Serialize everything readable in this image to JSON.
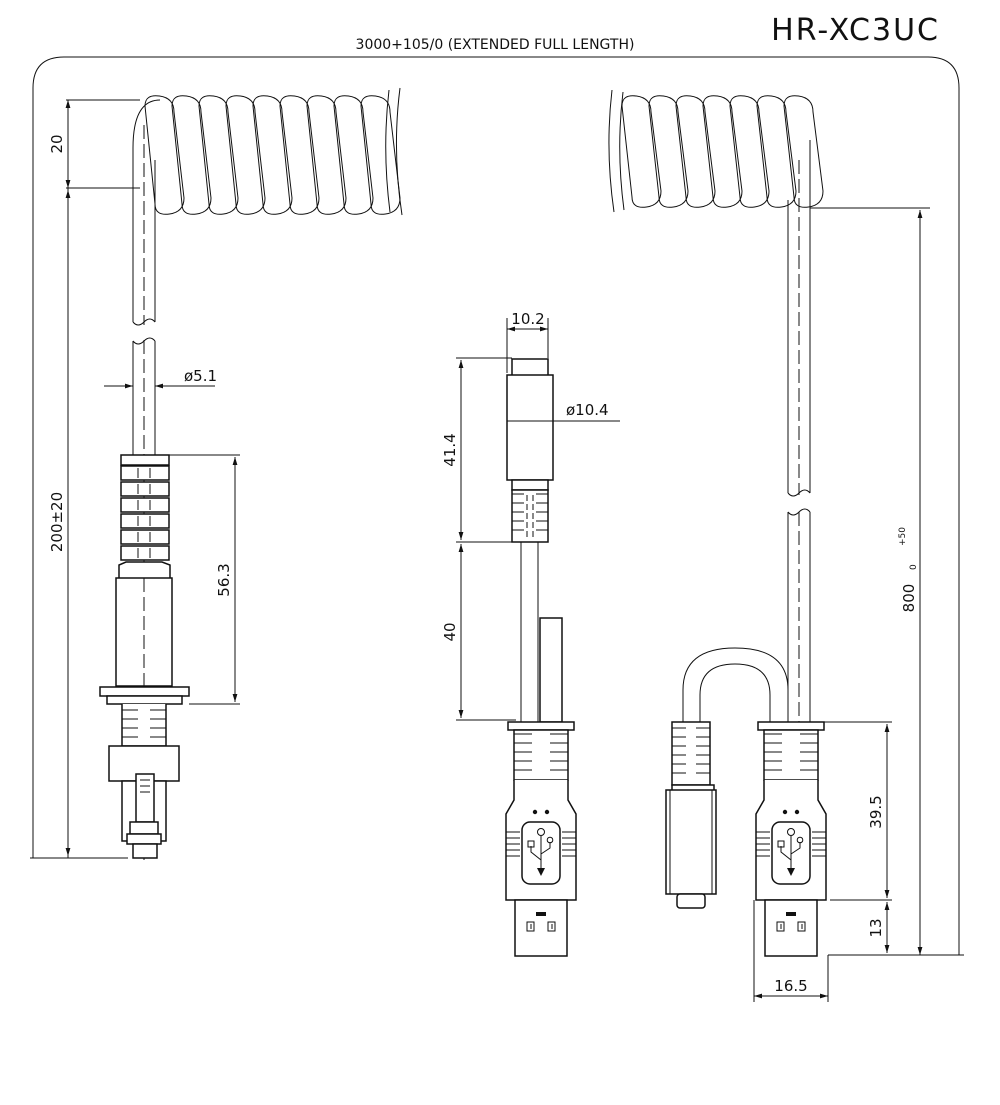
{
  "title": "HR-XC3UC",
  "overall_length_label": "3000+105/0 (EXTENDED FULL LENGTH)",
  "dimensions": {
    "coil_tail": "20",
    "cable_diameter": "ø5.1",
    "plug_end_length": "200±20",
    "boot_length": "56.3",
    "ferrite_width": "10.2",
    "ferrite_diameter": "ø10.4",
    "ferrite_length": "41.4",
    "ferrite_to_usb": "40",
    "tail_length": "800",
    "tail_length_tol_upper": "+50",
    "tail_length_tol_lower": "0",
    "usb_body_length": "39.5",
    "usb_plug_length": "13",
    "usb_width": "16.5"
  }
}
